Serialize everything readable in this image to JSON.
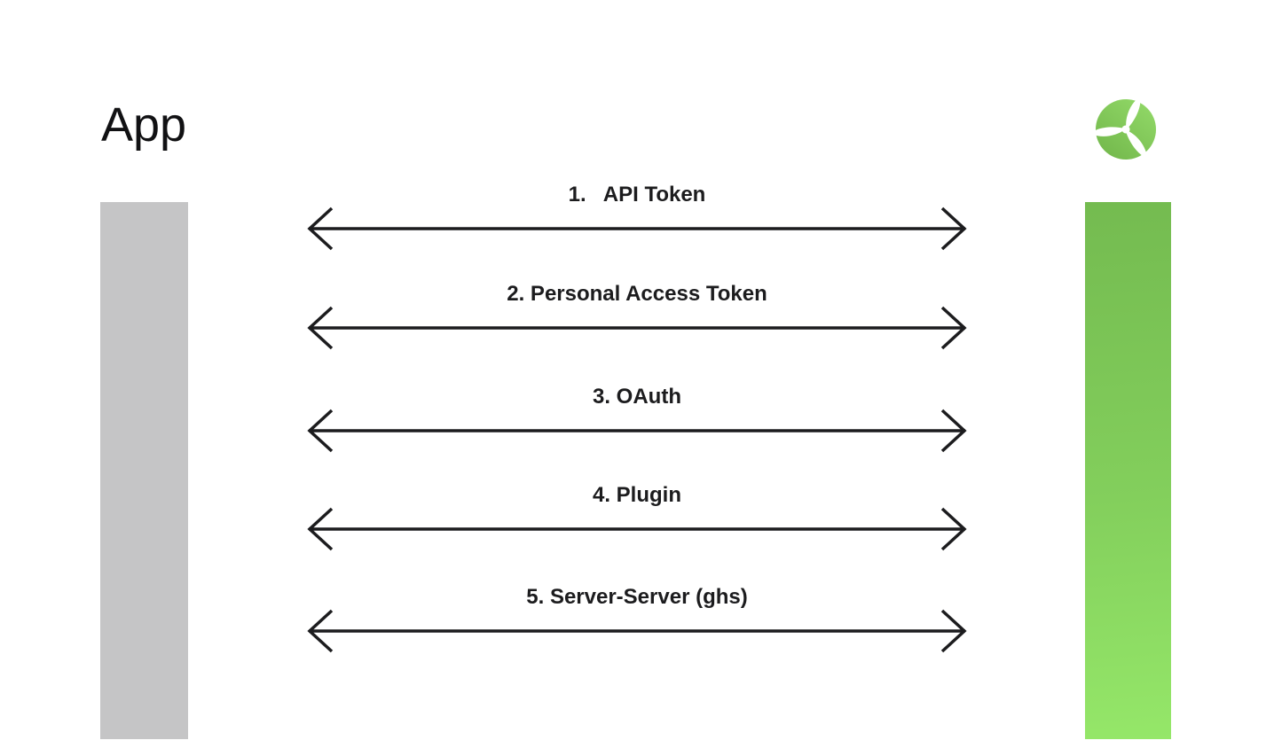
{
  "title": {
    "text": "App"
  },
  "icons": {
    "logo": "three-blade-propeller-icon"
  },
  "colors": {
    "background": "#ffffff",
    "arrow": "#1c1c1e",
    "label_text": "#1c1c1e",
    "left_lifeline": "#c5c5c6",
    "right_lifeline_top": "#74bb50",
    "right_lifeline_bottom": "#95e769",
    "logo_gradient_light": "#92d968",
    "logo_gradient_dark": "#72b74b"
  },
  "messages": [
    {
      "label": "1.   API Token"
    },
    {
      "label": "2. Personal Access Token"
    },
    {
      "label": "3. OAuth"
    },
    {
      "label": "4. Plugin"
    },
    {
      "label": "5. Server-Server (ghs)"
    }
  ]
}
